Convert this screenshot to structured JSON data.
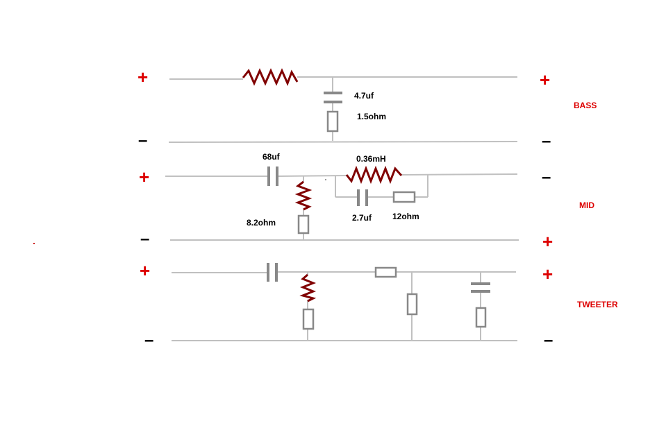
{
  "symbols": {
    "plus": "+",
    "minus": "–"
  },
  "sections": {
    "bass": "BASS",
    "mid": "MID",
    "tweeter": "TWEETER"
  },
  "components": {
    "bass_capacitor": "4.7uf",
    "bass_resistor": "1.5ohm",
    "mid_capacitor": "68uf",
    "mid_inductor": "0.36mH",
    "mid_shunt_resistor": "8.2ohm",
    "mid_notch_capacitor": "2.7uf",
    "mid_notch_resistor": "12ohm"
  },
  "colors": {
    "wire": "#c0c0c0",
    "component": "#888888",
    "inductor": "#800000",
    "plus": "#dd0000",
    "minus": "#000000",
    "section_label": "#dd0000"
  }
}
